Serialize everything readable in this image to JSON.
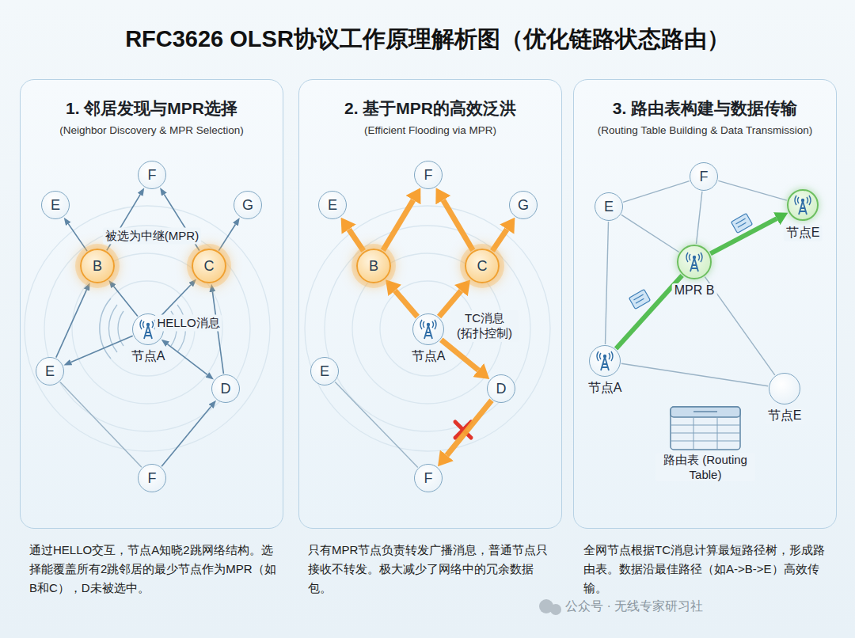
{
  "diagram": {
    "title": "RFC3626 OLSR协议工作原理解析图（优化链路状态路由）",
    "nodes": [
      {
        "text": [
          "1. 邻居发现与MPR选择",
          "(Neighbor Discovery & MPR Selection)"
        ]
      },
      {
        "text": [
          "F"
        ],
        "in": 0
      },
      {
        "text": [
          "E"
        ],
        "in": 0
      },
      {
        "text": [
          "G"
        ],
        "in": 0
      },
      {
        "text": [
          "B"
        ],
        "in": 0
      },
      {
        "text": [
          "C"
        ],
        "in": 0
      },
      {
        "text": [
          "节点A"
        ],
        "in": 0
      },
      {
        "text": [
          "E"
        ],
        "in": 0
      },
      {
        "text": [
          "D"
        ],
        "in": 0
      },
      {
        "text": [
          "F"
        ],
        "in": 0
      },
      {
        "text": [
          "2. 基于MPR的高效泛洪",
          "(Efficient Flooding via MPR)"
        ]
      },
      {
        "text": [
          "F"
        ],
        "in": 10
      },
      {
        "text": [
          "E"
        ],
        "in": 10
      },
      {
        "text": [
          "G"
        ],
        "in": 10
      },
      {
        "text": [
          "B"
        ],
        "in": 10
      },
      {
        "text": [
          "C"
        ],
        "in": 10
      },
      {
        "text": [
          "节点A"
        ],
        "in": 10
      },
      {
        "text": [
          "E"
        ],
        "in": 10
      },
      {
        "text": [
          "D"
        ],
        "in": 10
      },
      {
        "text": [
          "F"
        ],
        "in": 10
      },
      {
        "text": [
          "3. 路由表构建与数据传输",
          "(Routing Table Building & Data Transmission)"
        ]
      },
      {
        "text": [
          "E"
        ],
        "in": 20
      },
      {
        "text": [
          "F"
        ],
        "in": 20
      },
      {
        "text": [
          "节点E"
        ],
        "in": 20
      },
      {
        "text": [
          "MPR B"
        ],
        "in": 20
      },
      {
        "text": [
          "节点A"
        ],
        "in": 20
      },
      {
        "text": [
          "节点E"
        ],
        "in": 20
      },
      {
        "text": [
          "路由表 (Routing Table)"
        ],
        "in": 20
      }
    ],
    "edges": [
      {
        "from": 4,
        "to": 2,
        "arrow": "to"
      },
      {
        "from": 4,
        "to": 1,
        "arrow": "to"
      },
      {
        "from": 5,
        "to": 1,
        "arrow": "to"
      },
      {
        "from": 5,
        "to": 3,
        "arrow": "to"
      },
      {
        "from": 6,
        "to": 4,
        "arrow": "to"
      },
      {
        "from": 6,
        "to": 5,
        "arrow": "to"
      },
      {
        "from": 6,
        "to": 7,
        "arrow": "to"
      },
      {
        "from": 6,
        "to": 8,
        "arrow": "both"
      },
      {
        "from": 8,
        "to": 5,
        "arrow": "to"
      },
      {
        "from": 7,
        "to": 4,
        "arrow": "to"
      },
      {
        "from": 9,
        "to": 8,
        "arrow": "to"
      },
      {
        "from": 7,
        "to": 9,
        "arrow": "none"
      },
      {
        "from": 16,
        "to": 14,
        "arrow": "to"
      },
      {
        "from": 16,
        "to": 15,
        "arrow": "to"
      },
      {
        "from": 14,
        "to": 12,
        "arrow": "to"
      },
      {
        "from": 14,
        "to": 11,
        "arrow": "to"
      },
      {
        "from": 15,
        "to": 11,
        "arrow": "to"
      },
      {
        "from": 15,
        "to": 13,
        "arrow": "to"
      },
      {
        "from": 16,
        "to": 18,
        "arrow": "to"
      },
      {
        "from": 18,
        "to": 19,
        "arrow": "to"
      },
      {
        "from": 17,
        "to": 19,
        "arrow": "none"
      },
      {
        "from": 21,
        "to": 22,
        "arrow": "none"
      },
      {
        "from": 21,
        "to": 25,
        "arrow": "none"
      },
      {
        "from": 21,
        "to": 24,
        "arrow": "none"
      },
      {
        "from": 22,
        "to": 24,
        "arrow": "none"
      },
      {
        "from": 22,
        "to": 23,
        "arrow": "none"
      },
      {
        "from": 25,
        "to": 24,
        "arrow": "none"
      },
      {
        "from": 24,
        "to": 23,
        "arrow": "to"
      },
      {
        "from": 25,
        "to": 26,
        "arrow": "none"
      },
      {
        "from": 24,
        "to": 26,
        "arrow": "none"
      }
    ],
    "labels": [
      "被选为中继(MPR)",
      "HELLO消息",
      "TC消息 (拓扑控制)",
      "通过HELLO交互，节点A知晓2跳网络结构。选择能覆盖所有2跳邻居的最少节点作为MPR（如B和C），D未被选中。",
      "只有MPR节点负责转发广播消息，普通节点只接收不转发。极大减少了网络中的冗余数据包。",
      "全网节点根据TC消息计算最短路径树，形成路由表。数据沿最佳路径（如A->B->E）高效传输。",
      "公众号 · 无线专家研习社"
    ]
  }
}
